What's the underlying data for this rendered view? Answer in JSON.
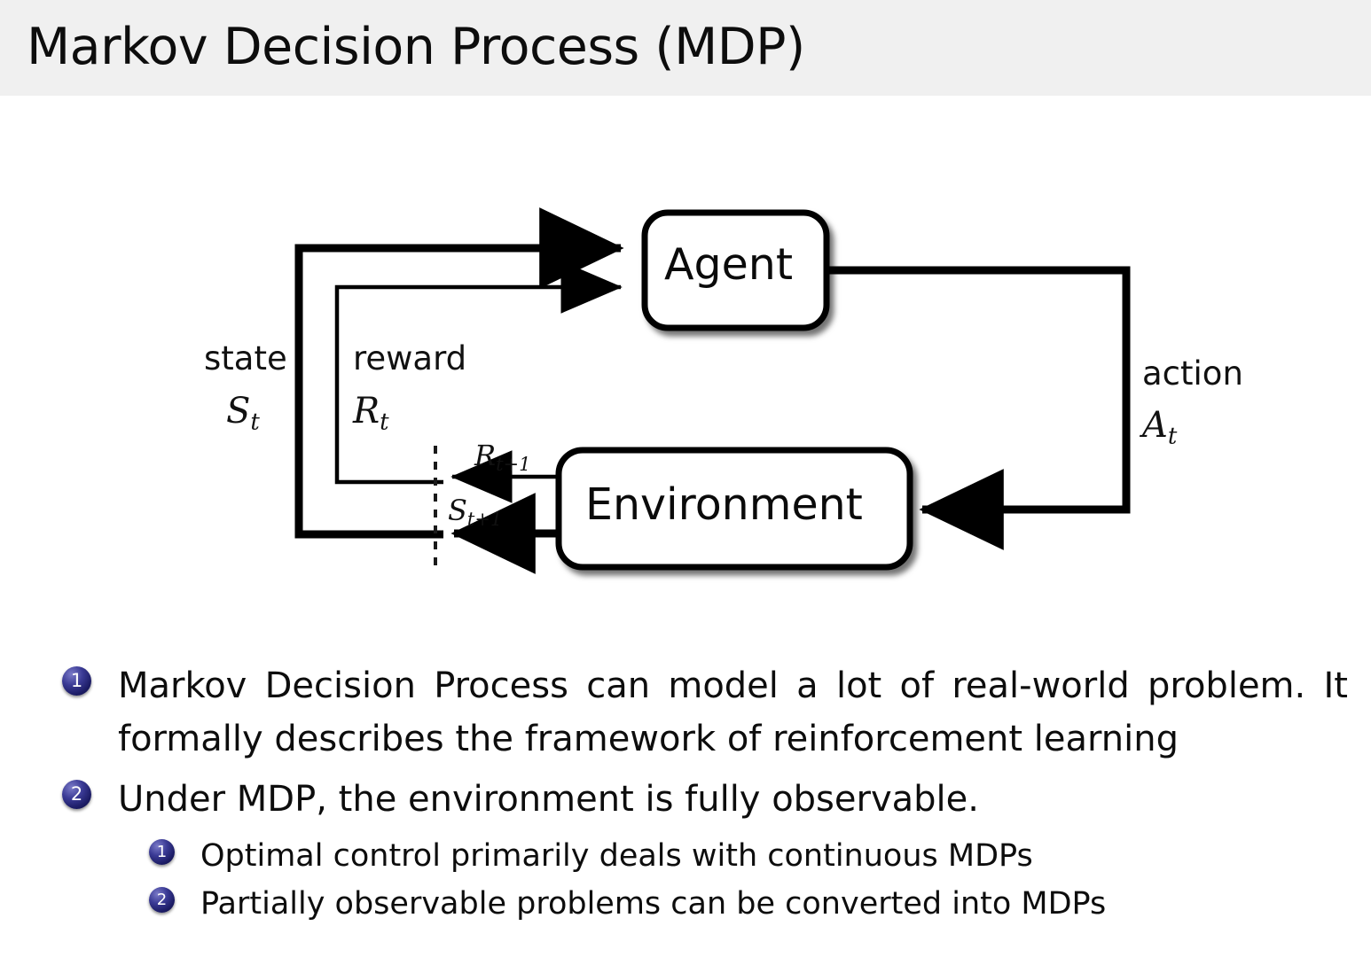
{
  "slide": {
    "title": "Markov Decision Process (MDP)",
    "header_bg": "#f0f0f0",
    "text_color": "#0d0d0d",
    "bullet_marker_color": "#1b1b63"
  },
  "diagram": {
    "name": "agent-environment-interaction-loop",
    "nodes": [
      {
        "id": "agent",
        "label": "Agent"
      },
      {
        "id": "environment",
        "label": "Environment"
      }
    ],
    "edge_labels": {
      "state_word": "state",
      "state_symbol": "S",
      "state_subscript": "t",
      "reward_word": "reward",
      "reward_symbol": "R",
      "reward_subscript": "t",
      "action_word": "action",
      "action_symbol": "A",
      "action_subscript": "t",
      "next_reward_symbol": "R",
      "next_reward_subscript": "t+1",
      "next_state_symbol": "S",
      "next_state_subscript": "t+1"
    }
  },
  "bullets": [
    {
      "number": "1",
      "text": "Markov Decision Process can model a lot of real-world problem. It formally describes the framework of reinforcement learning",
      "sub": []
    },
    {
      "number": "2",
      "text": "Under MDP, the environment is fully observable.",
      "sub": [
        {
          "number": "1",
          "text": "Optimal control primarily deals with continuous MDPs"
        },
        {
          "number": "2",
          "text": "Partially observable problems can be converted into MDPs"
        }
      ]
    }
  ]
}
